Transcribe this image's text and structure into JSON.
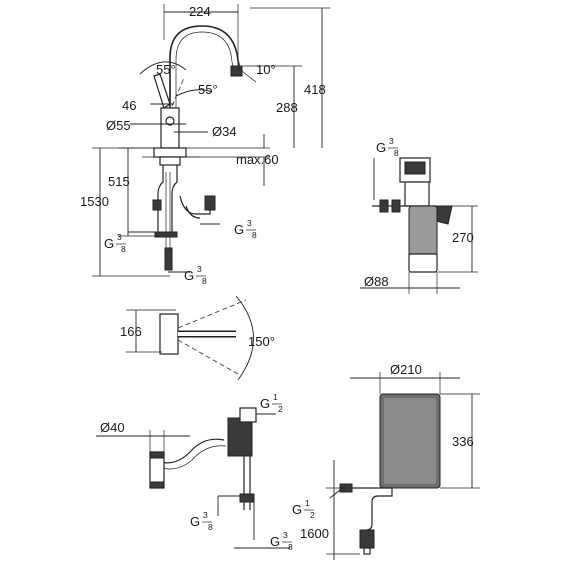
{
  "faucet_elevation": {
    "width_224": "224",
    "height_418": "418",
    "height_288": "288",
    "angle_10": "10°",
    "angle_55_top": "55°",
    "angle_55_side": "55°",
    "dim_46": "46",
    "dia_55": "Ø55",
    "dia_34": "Ø34",
    "max_60": "max.60",
    "dim_515": "515",
    "dim_1530": "1530"
  },
  "thread_g38": {
    "g": "G",
    "num": "3",
    "den": "8"
  },
  "thread_g12": {
    "g": "G",
    "num": "1",
    "den": "2"
  },
  "filter": {
    "height_270": "270",
    "dia_88": "Ø88"
  },
  "top_view": {
    "angle_150": "150°",
    "dim_166": "166"
  },
  "boiler": {
    "dia_210": "Ø210",
    "height_336": "336",
    "dim_1600": "1600"
  },
  "connection": {
    "dia_40": "Ø40"
  }
}
